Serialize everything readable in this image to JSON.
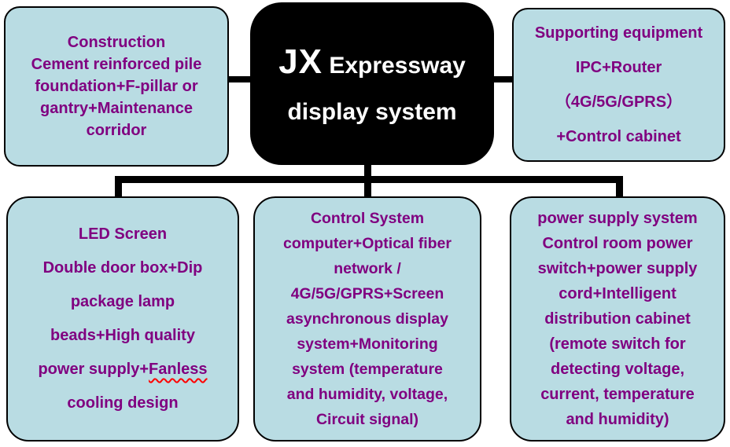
{
  "title": {
    "main": "JX",
    "sub": "Expressway",
    "line2": "display system"
  },
  "boxes": {
    "construction": {
      "text": "Construction\nCement reinforced pile\nfoundation+F-pillar or\ngantry+Maintenance\ncorridor"
    },
    "supporting_equipment": {
      "text": "Supporting equipment\nIPC+Router\n（4G/5G/GPRS）\n+Control cabinet"
    },
    "led_screen": {
      "before": "LED Screen\nDouble door box+Dip\npackage lamp\nbeads+High quality\npower supply+",
      "underlined_word": "Fanless",
      "after": "\ncooling design"
    },
    "control_system": {
      "text": "Control System\ncomputer+Optical fiber\nnetwork /\n4G/5G/GPRS+Screen\nasynchronous display\nsystem+Monitoring\nsystem (temperature\nand humidity, voltage,\nCircuit signal)"
    },
    "power_supply_system": {
      "text": "power supply system\nControl room power\nswitch+power supply\ncord+Intelligent\ndistribution cabinet\n(remote switch for\ndetecting voltage,\ncurrent, temperature\nand humidity)"
    }
  },
  "colors": {
    "box_fill": "#b9dce3",
    "box_border": "#000000",
    "box_text": "#800080",
    "center_fill": "#000000",
    "center_text": "#ffffff",
    "squiggle": "#ff0000"
  }
}
